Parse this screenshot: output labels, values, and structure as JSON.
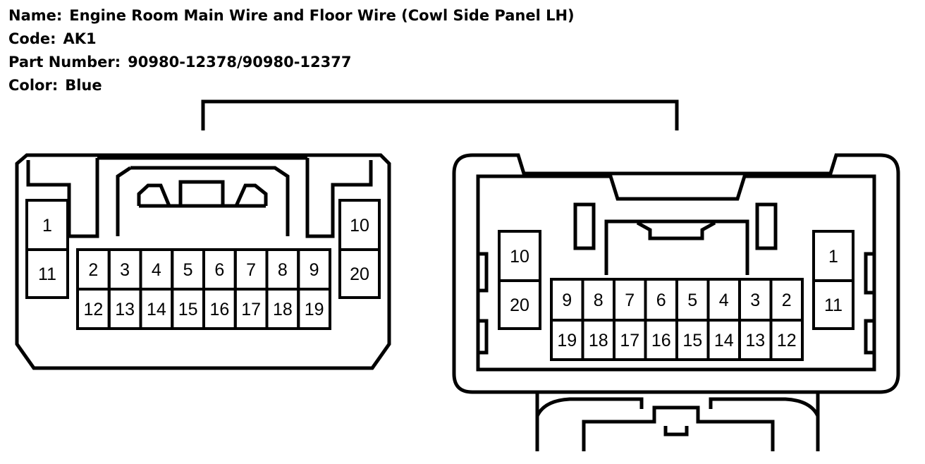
{
  "header": {
    "name_label": "Name:",
    "name_value": "Engine Room Main Wire and Floor Wire (Cowl Side Panel LH)",
    "code_label": "Code:",
    "code_value": "AK1",
    "part_label": "Part Number:",
    "part_value": "90980-12378/90980-12377",
    "color_label": "Color:",
    "color_value": "Blue"
  },
  "left_connector": {
    "side_pins": [
      {
        "label": "1"
      },
      {
        "label": "11"
      },
      {
        "label": "10"
      },
      {
        "label": "20"
      }
    ],
    "top_row": [
      "2",
      "3",
      "4",
      "5",
      "6",
      "7",
      "8",
      "9"
    ],
    "bottom_row": [
      "12",
      "13",
      "14",
      "15",
      "16",
      "17",
      "18",
      "19"
    ]
  },
  "right_connector": {
    "side_pins": [
      {
        "label": "10"
      },
      {
        "label": "20"
      },
      {
        "label": "1"
      },
      {
        "label": "11"
      }
    ],
    "top_row": [
      "9",
      "8",
      "7",
      "6",
      "5",
      "4",
      "3",
      "2"
    ],
    "bottom_row": [
      "19",
      "18",
      "17",
      "16",
      "15",
      "14",
      "13",
      "12"
    ]
  }
}
